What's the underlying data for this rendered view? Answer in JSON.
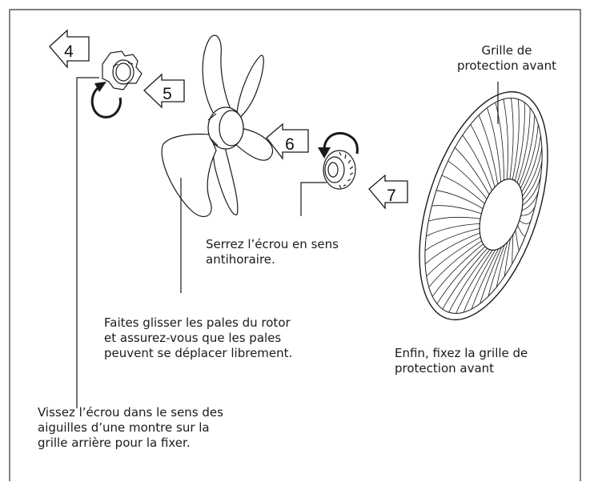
{
  "steps": {
    "s4": "4",
    "s5": "5",
    "s6": "6",
    "s7": "7"
  },
  "labels": {
    "front_grille_title": "Grille de\nprotection avant",
    "screw_nut": "Vissez l’écrou dans le sens des\naiguilles d’une montre sur la\ngrille arrière pour la fixer.",
    "slide_blades": "Faites glisser les pales du rotor\net assurez-vous que les pales\npeuvent se déplacer librement.",
    "tighten_nut": "Serrez l’écrou en sens\nantihoraire.",
    "attach_grille": "Enfin, fixez la grille de\nprotection avant"
  },
  "colors": {
    "line": "#1a1a1a",
    "frame": "#333333",
    "fill": "#ffffff"
  }
}
